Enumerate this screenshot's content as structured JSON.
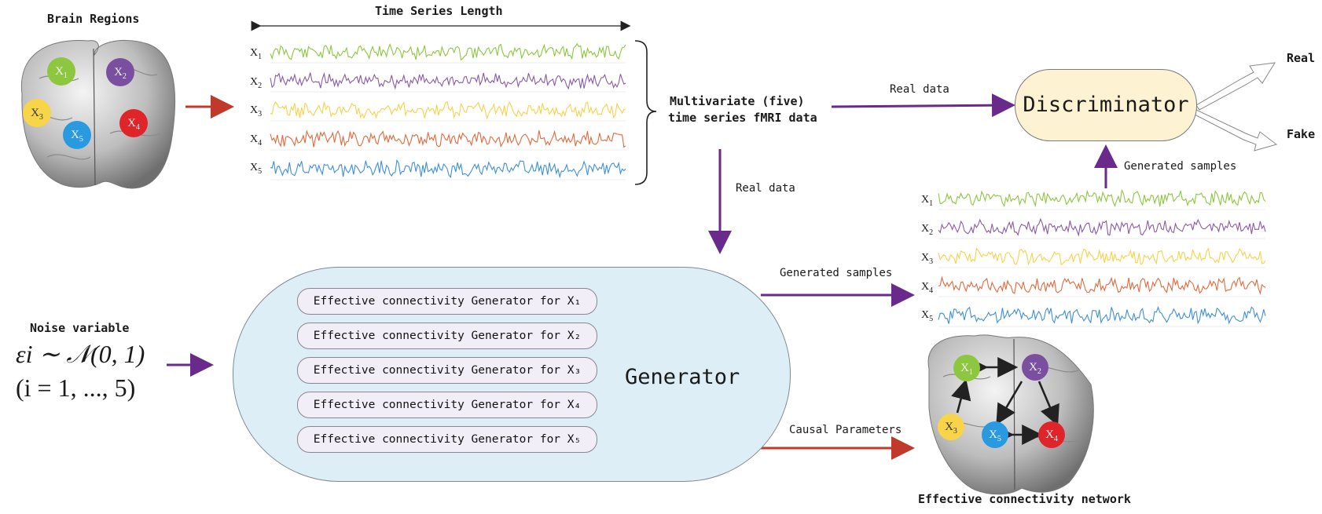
{
  "labels": {
    "brain_regions": "Brain Regions",
    "time_series_length": "Time Series Length",
    "multivariate_line1": "Multivariate (five)",
    "multivariate_line2": "time series fMRI data",
    "real_data_top": "Real data",
    "real_data_down": "Real data",
    "generated_samples_right": "Generated samples",
    "generated_samples_up": "Generated samples",
    "causal_parameters": "Causal Parameters",
    "noise_variable": "Noise variable",
    "noise_formula_line1": "εi ∼ 𝒩(0, 1)",
    "noise_formula_line2": "(i = 1, ..., 5)",
    "generator": "Generator",
    "discriminator": "Discriminator",
    "real": "Real",
    "fake": "Fake",
    "ec_network": "Effective connectivity network"
  },
  "variables": [
    {
      "name": "X",
      "sub": "1",
      "color": "#8dc63f"
    },
    {
      "name": "X",
      "sub": "2",
      "color": "#8a5aa8"
    },
    {
      "name": "X",
      "sub": "3",
      "color": "#f6d24a"
    },
    {
      "name": "X",
      "sub": "4",
      "color": "#e06a3c"
    },
    {
      "name": "X",
      "sub": "5",
      "color": "#3f8fd8"
    }
  ],
  "node_colors": {
    "x1": "#8dc63f",
    "x2": "#7b4fa0",
    "x3": "#f7d448",
    "x4": "#e0252a",
    "x5": "#2a9ae0"
  },
  "generator_items": [
    "Effective connectivity Generator for X₁",
    "Effective connectivity Generator for X₂",
    "Effective connectivity Generator for X₃",
    "Effective connectivity Generator for X₄",
    "Effective connectivity Generator for X₅"
  ],
  "arrow_colors": {
    "red": "#c0392b",
    "purple": "#6a2a8c"
  }
}
